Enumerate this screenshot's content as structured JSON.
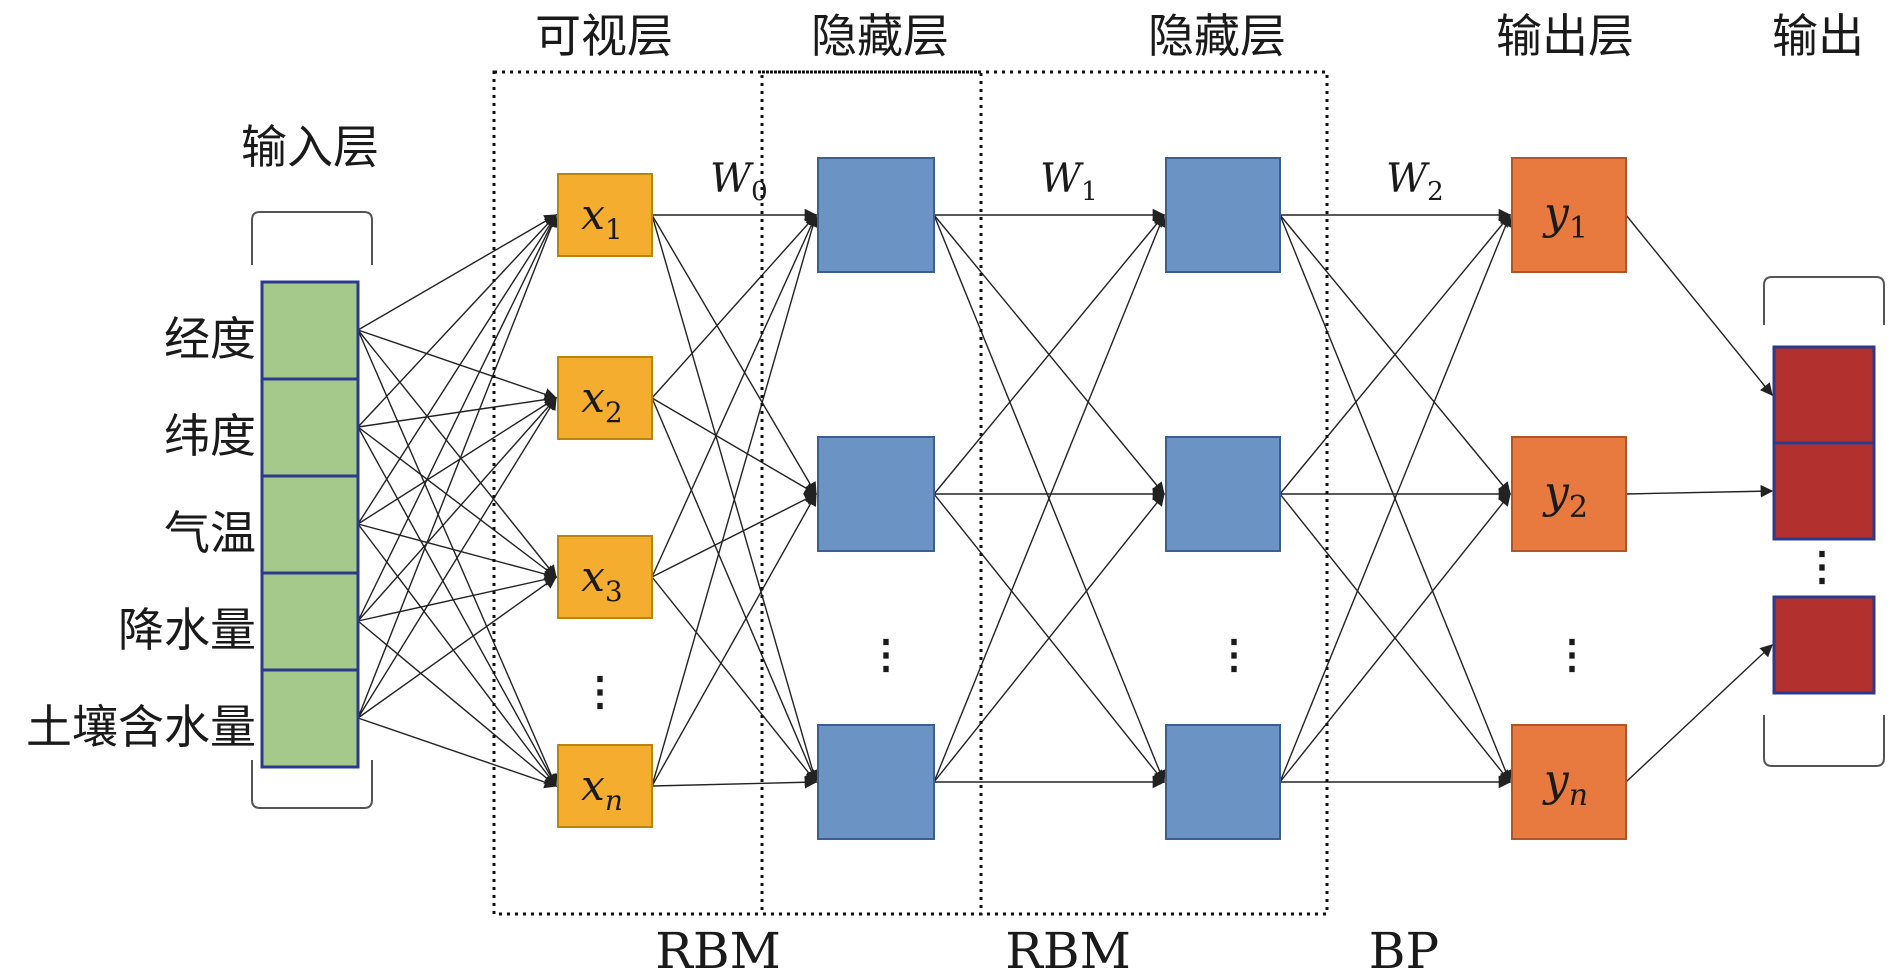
{
  "titles": {
    "input_layer": "输入层",
    "visible_layer": "可视层",
    "hidden_layer_1": "隐藏层",
    "hidden_layer_2": "隐藏层",
    "output_layer": "输出层",
    "output": "输出"
  },
  "inputs": [
    "经度",
    "纬度",
    "气温",
    "降水量",
    "土壤含水量"
  ],
  "weights": {
    "w0": "W",
    "w0_sub": "0",
    "w1": "W",
    "w1_sub": "1",
    "w2": "W",
    "w2_sub": "2"
  },
  "visible_nodes": [
    {
      "var": "x",
      "sub": "1"
    },
    {
      "var": "x",
      "sub": "2"
    },
    {
      "var": "x",
      "sub": "3"
    },
    {
      "var": "x",
      "sub": "n"
    }
  ],
  "output_nodes": [
    {
      "var": "y",
      "sub": "1"
    },
    {
      "var": "y",
      "sub": "2"
    },
    {
      "var": "y",
      "sub": "n"
    }
  ],
  "stage_labels": {
    "rbm1": "RBM",
    "rbm2": "RBM",
    "bp": "BP"
  },
  "ellipsis": "⋮",
  "colors": {
    "input_cell": "#a5c98b",
    "input_border": "#2b3a8c",
    "visible_node": "#f4ad2e",
    "visible_border": "#b8860b",
    "hidden_node": "#6b93c3",
    "hidden_border": "#3d5f8f",
    "output_node": "#e87a40",
    "output_border": "#b0542a",
    "output_cell": "#b2302e",
    "output_cell_border": "#2b3a8c"
  }
}
